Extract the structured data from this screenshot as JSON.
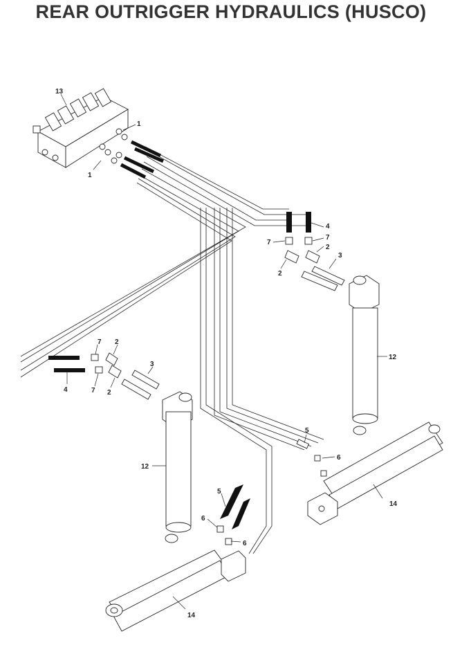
{
  "title": "REAR OUTRIGGER HYDRAULICS (HUSCO)",
  "callouts": {
    "c13": "13",
    "c1a": "1",
    "c1b": "1",
    "c4a": "4",
    "c7a": "7",
    "c2a": "2",
    "c2b": "2",
    "c3a": "3",
    "c12a": "12",
    "c7b": "7",
    "c2c": "2",
    "c3b": "3",
    "c4b": "4",
    "c7c": "7",
    "c2d": "2",
    "c12b": "12",
    "c5a": "5",
    "c6a": "6",
    "c14a": "14",
    "c5b": "5",
    "c6b": "6",
    "c6c": "6",
    "c14b": "14"
  }
}
